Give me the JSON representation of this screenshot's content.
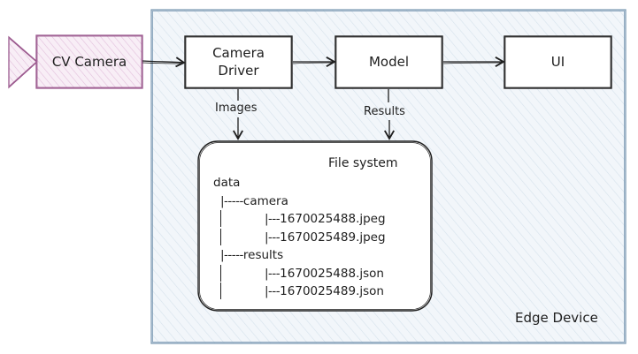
{
  "diagram": {
    "nodes": {
      "cv_camera": "CV Camera",
      "camera_driver_line1": "Camera",
      "camera_driver_line2": "Driver",
      "model": "Model",
      "ui": "UI"
    },
    "edges": {
      "driver_to_fs": "Images",
      "model_to_fs": "Results"
    },
    "file_system": {
      "title": "File system",
      "root": "data",
      "tree": [
        {
          "branch": "|-----",
          "name": "camera"
        },
        {
          "branch": "|---",
          "name": "1670025488.jpeg"
        },
        {
          "branch": "|---",
          "name": "1670025489.jpeg"
        },
        {
          "branch": "|-----",
          "name": "results"
        },
        {
          "branch": "|---",
          "name": "1670025488.json"
        },
        {
          "branch": "|---",
          "name": "1670025489.json"
        }
      ]
    },
    "container_label": "Edge Device",
    "colors": {
      "stroke": "#1e1e1e",
      "edge_device_fill": "#e8f0f7",
      "edge_device_stroke": "#7d9bb4",
      "camera_fill": "#f5e6f3",
      "camera_stroke": "#9c5a8f"
    }
  }
}
